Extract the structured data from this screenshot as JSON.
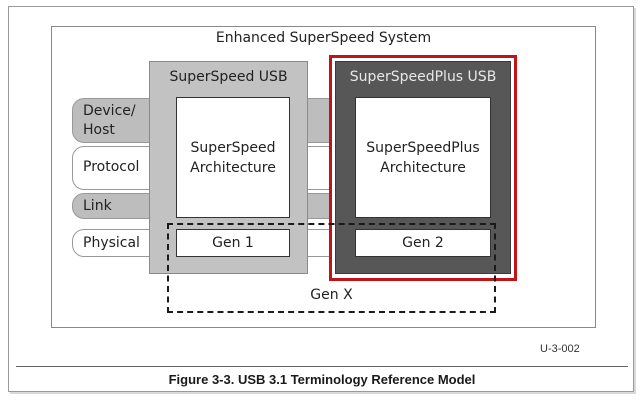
{
  "diagram": {
    "system_title": "Enhanced SuperSpeed System",
    "layers": [
      {
        "label": "Device/\nHost",
        "line1": "Device/",
        "line2": "Host",
        "shade": "gray"
      },
      {
        "label": "Protocol",
        "shade": "white"
      },
      {
        "label": "Link",
        "shade": "gray"
      },
      {
        "label": "Physical",
        "shade": "white"
      }
    ],
    "columns": {
      "superspeed": {
        "title": "SuperSpeed USB",
        "arch_line1": "SuperSpeed",
        "arch_line2": "Architecture",
        "gen": "Gen 1",
        "color": "#c2c2c2"
      },
      "superspeedplus": {
        "title": "SuperSpeedPlus USB",
        "arch_line1": "SuperSpeedPlus",
        "arch_line2": "Architecture",
        "gen": "Gen 2",
        "color": "#575757",
        "highlight_color": "#c0131a"
      }
    },
    "genx_label": "Gen X",
    "figure_code": "U-3-002"
  },
  "caption": "Figure 3-3.  USB 3.1 Terminology Reference Model"
}
